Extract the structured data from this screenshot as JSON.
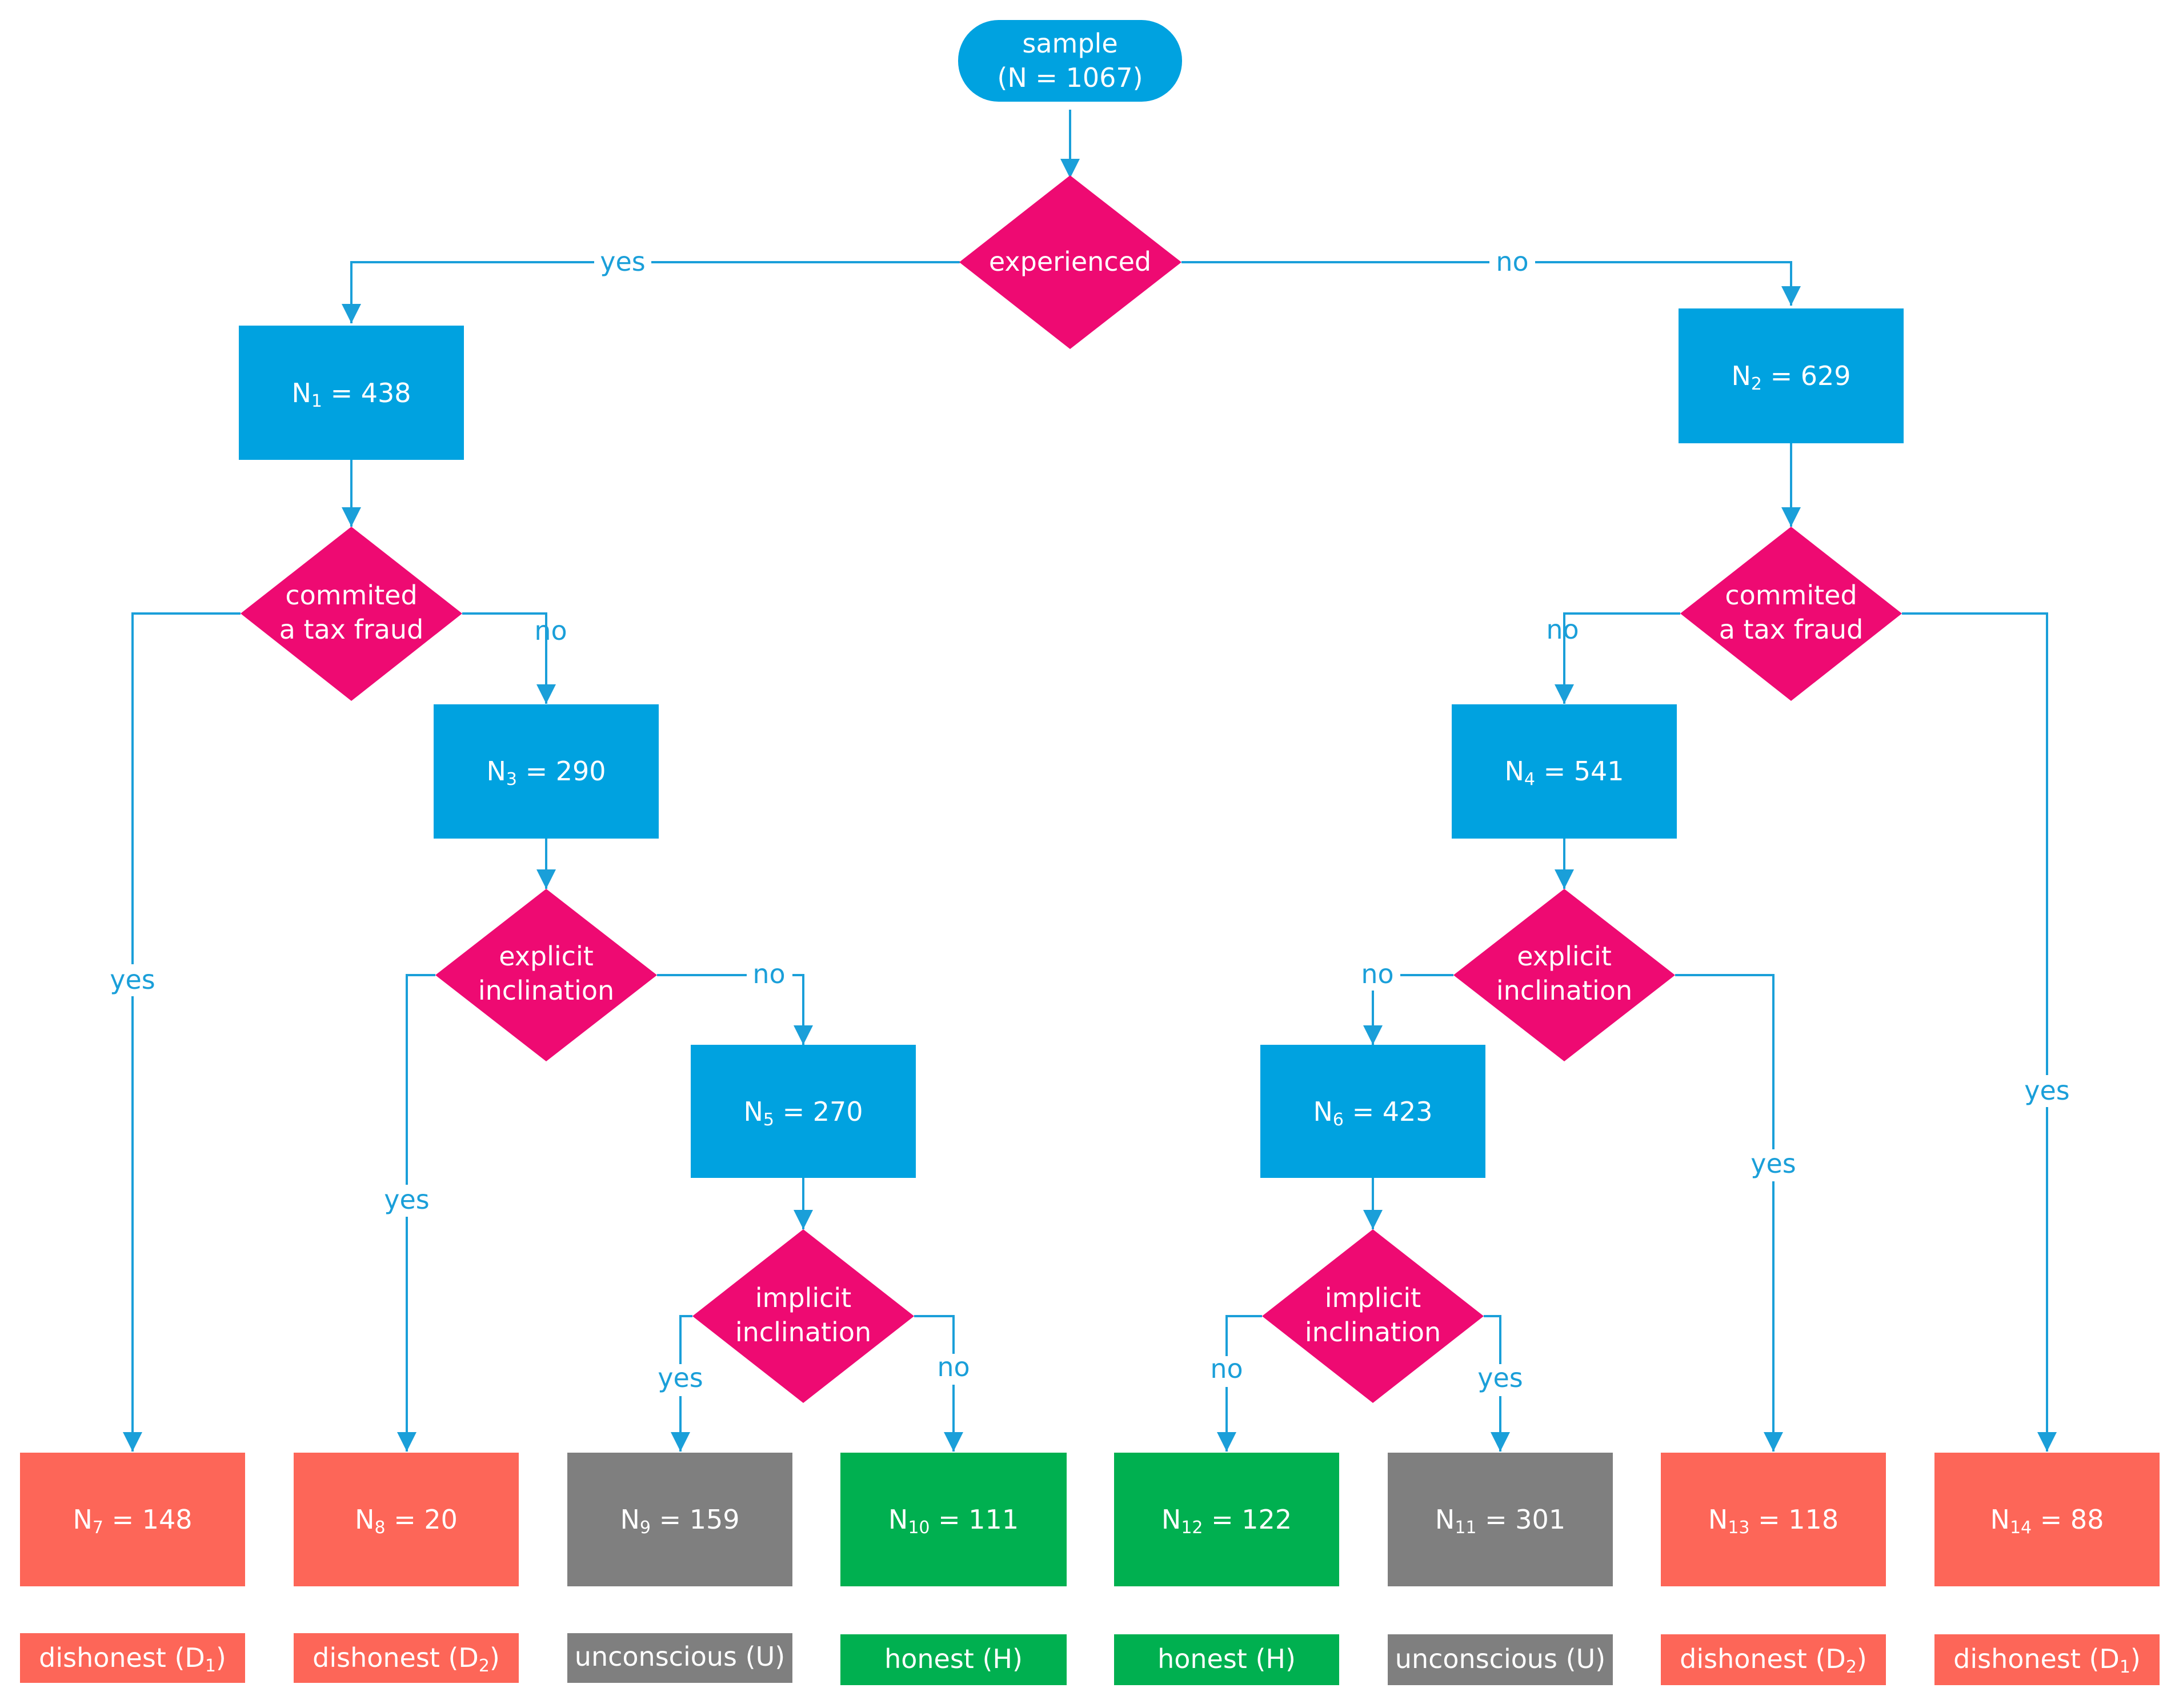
{
  "colors": {
    "terminal": "#00a2e0",
    "process": "#00a2e0",
    "decision": "#ee0a72",
    "dishonest": "#fd6658",
    "unconscious": "#7f7f7f",
    "honest": "#00b050",
    "connector": "#1a9fd9",
    "text": "#ffffff"
  },
  "start": {
    "line1": "sample",
    "line2": "(N = 1067)"
  },
  "decisions": {
    "experienced": {
      "lines": [
        "experienced"
      ]
    },
    "tax_left": {
      "lines": [
        "commited",
        "a tax fraud"
      ]
    },
    "tax_right": {
      "lines": [
        "commited",
        "a tax fraud"
      ]
    },
    "explicit_left": {
      "lines": [
        "explicit",
        "inclination"
      ]
    },
    "explicit_right": {
      "lines": [
        "explicit",
        "inclination"
      ]
    },
    "implicit_left": {
      "lines": [
        "implicit",
        "inclination"
      ]
    },
    "implicit_right": {
      "lines": [
        "implicit",
        "inclination"
      ]
    }
  },
  "nodes": {
    "n1": {
      "base": "N",
      "sub": "1",
      "rest": " = 438"
    },
    "n2": {
      "base": "N",
      "sub": "2",
      "rest": " = 629"
    },
    "n3": {
      "base": "N",
      "sub": "3",
      "rest": " = 290"
    },
    "n4": {
      "base": "N",
      "sub": "4",
      "rest": " = 541"
    },
    "n5": {
      "base": "N",
      "sub": "5",
      "rest": " = 270"
    },
    "n6": {
      "base": "N",
      "sub": "6",
      "rest": " = 423"
    },
    "n7": {
      "base": "N",
      "sub": "7",
      "rest": " = 148"
    },
    "n8": {
      "base": "N",
      "sub": "8",
      "rest": " = 20"
    },
    "n9": {
      "base": "N",
      "sub": "9",
      "rest": " = 159"
    },
    "n10": {
      "base": "N",
      "sub": "10",
      "rest": " = 111"
    },
    "n12": {
      "base": "N",
      "sub": "12",
      "rest": " = 122"
    },
    "n11": {
      "base": "N",
      "sub": "11",
      "rest": " = 301"
    },
    "n13": {
      "base": "N",
      "sub": "13",
      "rest": " = 118"
    },
    "n14": {
      "base": "N",
      "sub": "14",
      "rest": " = 88"
    }
  },
  "categories": {
    "c1": {
      "text": "dishonest (D",
      "sub": "1",
      "close": ")"
    },
    "c2": {
      "text": "dishonest (D",
      "sub": "2",
      "close": ")"
    },
    "c3": {
      "text": "unconscious (U)"
    },
    "c4": {
      "text": "honest (H)"
    },
    "c5": {
      "text": "honest (H)"
    },
    "c6": {
      "text": "unconscious (U)"
    },
    "c7": {
      "text": "dishonest (D",
      "sub": "2",
      "close": ")"
    },
    "c8": {
      "text": "dishonest (D",
      "sub": "1",
      "close": ")"
    }
  },
  "edge_labels": {
    "exp_yes": "yes",
    "exp_no": "no",
    "taxL_no": "no",
    "taxL_yes": "yes",
    "taxR_no": "no",
    "taxR_yes": "yes",
    "explL_no": "no",
    "explL_yes": "yes",
    "explR_no": "no",
    "explR_yes": "yes",
    "implL_yes": "yes",
    "implL_no": "no",
    "implR_no": "no",
    "implR_yes": "yes"
  }
}
